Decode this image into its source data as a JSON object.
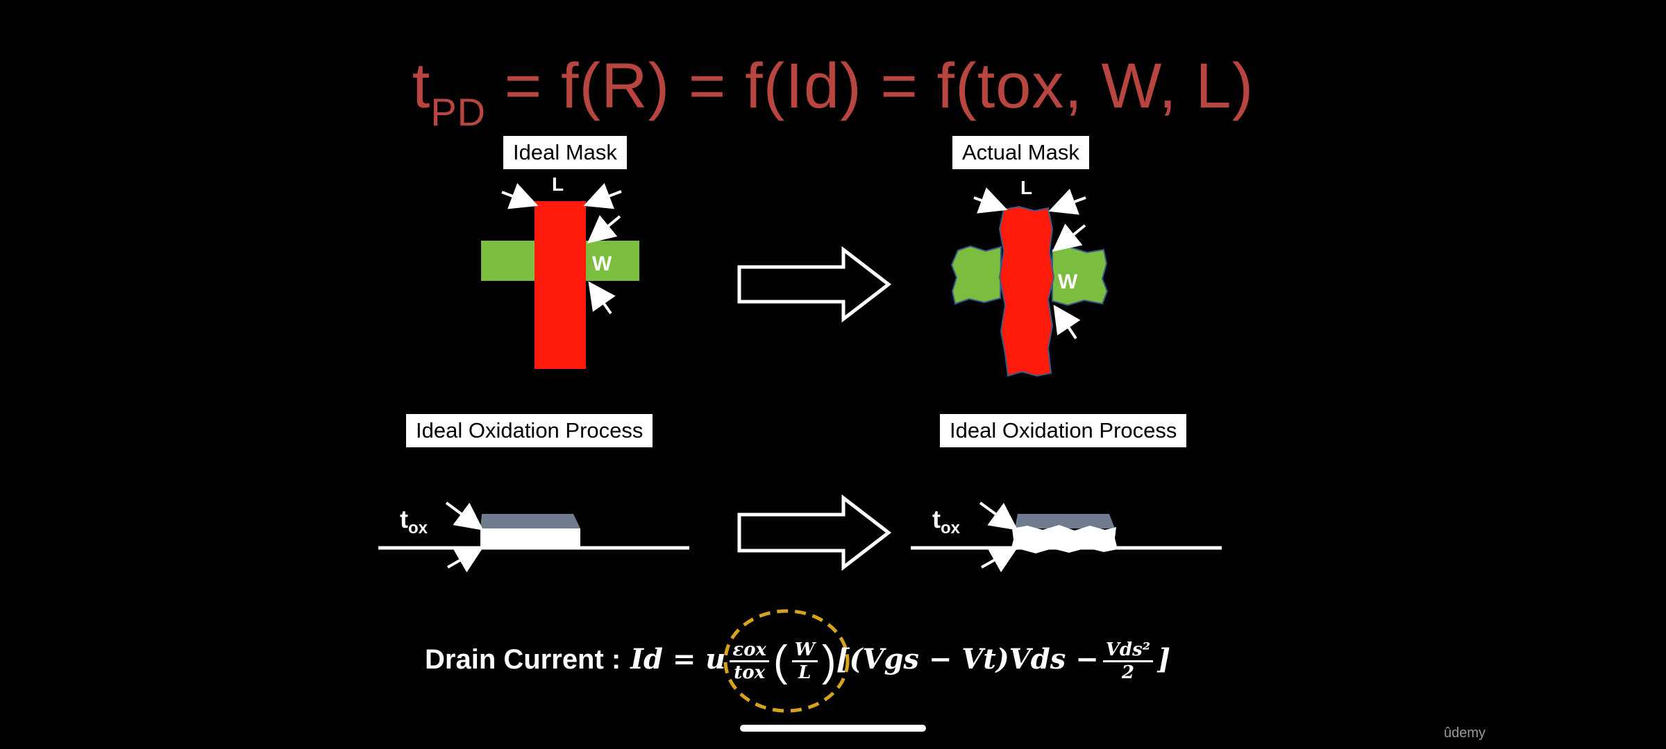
{
  "title": {
    "prefix": "t",
    "prefix_sub": "PD",
    "rest": " = f(R) = f(Id) = f(tox, W, L)"
  },
  "panels": {
    "ideal_mask_label": "Ideal Mask",
    "actual_mask_label": "Actual Mask",
    "ideal_oxidation_left_label": "Ideal Oxidation Process",
    "ideal_oxidation_right_label": "Ideal Oxidation Process",
    "length_marker": "L",
    "width_marker": "W",
    "tox_symbol": "t",
    "tox_sub": "ox"
  },
  "equation": {
    "label": "Drain Current :",
    "lhs": "Id = u",
    "frac1_num": "εox",
    "frac1_den": "tox",
    "frac2_num": "W",
    "frac2_den": "L",
    "bracket": "[(Vgs  − Vt)Vds  −",
    "frac3_num": "Vds²",
    "frac3_den": "2",
    "close": "]"
  },
  "colors": {
    "title": "#b8453f",
    "gate": "#ff1a0a",
    "active": "#7bbd3f",
    "oxide": "#6f7b8f",
    "highlight": "#d7a21c"
  },
  "watermark": "ûdemy"
}
